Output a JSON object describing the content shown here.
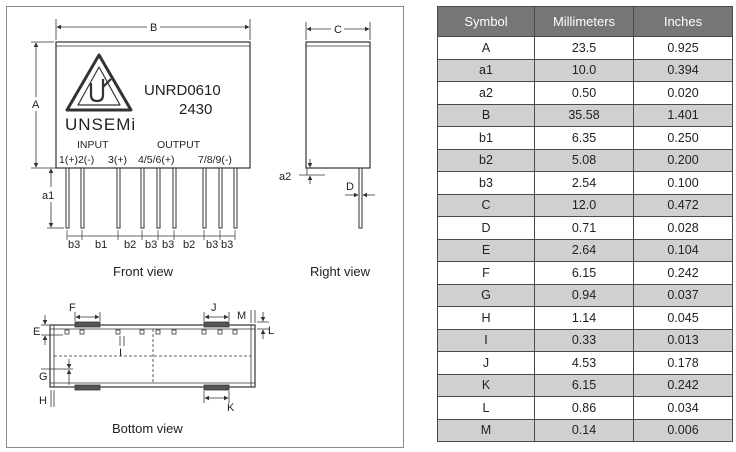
{
  "drawing": {
    "front_view_caption": "Front view",
    "right_view_caption": "Right view",
    "bottom_view_caption": "Bottom view",
    "part_number": "UNRD0610",
    "date_code": "2430",
    "brand": "UNSEMi",
    "input_label": "INPUT",
    "output_label": "OUTPUT",
    "pin_labels": [
      "1(+)2(-)",
      "3(+)",
      "4/5/6(+)",
      "7/8/9(-)"
    ],
    "front_dims": {
      "B": "B",
      "A": "A",
      "a1": "a1",
      "b3_left": "b3",
      "b1": "b1",
      "b2_a": "b2",
      "b3_a": "b3",
      "b3_b": "b3",
      "b2_b": "b2",
      "b3_c": "b3",
      "b3_d": "b3"
    },
    "right_dims": {
      "C": "C",
      "a2": "a2",
      "D": "D"
    },
    "bottom_dims": {
      "F": "F",
      "J": "J",
      "M": "M",
      "E": "E",
      "L": "L",
      "I": "I",
      "G": "G",
      "H": "H",
      "K": "K"
    }
  },
  "table": {
    "headers": [
      "Symbol",
      "Millimeters",
      "Inches"
    ],
    "rows": [
      {
        "symbol": "A",
        "mm": "23.5",
        "inch": "0.925"
      },
      {
        "symbol": "a1",
        "mm": "10.0",
        "inch": "0.394"
      },
      {
        "symbol": "a2",
        "mm": "0.50",
        "inch": "0.020"
      },
      {
        "symbol": "B",
        "mm": "35.58",
        "inch": "1.401"
      },
      {
        "symbol": "b1",
        "mm": "6.35",
        "inch": "0.250"
      },
      {
        "symbol": "b2",
        "mm": "5.08",
        "inch": "0.200"
      },
      {
        "symbol": "b3",
        "mm": "2.54",
        "inch": "0.100"
      },
      {
        "symbol": "C",
        "mm": "12.0",
        "inch": "0.472"
      },
      {
        "symbol": "D",
        "mm": "0.71",
        "inch": "0.028"
      },
      {
        "symbol": "E",
        "mm": "2.64",
        "inch": "0.104"
      },
      {
        "symbol": "F",
        "mm": "6.15",
        "inch": "0.242"
      },
      {
        "symbol": "G",
        "mm": "0.94",
        "inch": "0.037"
      },
      {
        "symbol": "H",
        "mm": "1.14",
        "inch": "0.045"
      },
      {
        "symbol": "I",
        "mm": "0.33",
        "inch": "0.013"
      },
      {
        "symbol": "J",
        "mm": "4.53",
        "inch": "0.178"
      },
      {
        "symbol": "K",
        "mm": "6.15",
        "inch": "0.242"
      },
      {
        "symbol": "L",
        "mm": "0.86",
        "inch": "0.034"
      },
      {
        "symbol": "M",
        "mm": "0.14",
        "inch": "0.006"
      }
    ]
  }
}
